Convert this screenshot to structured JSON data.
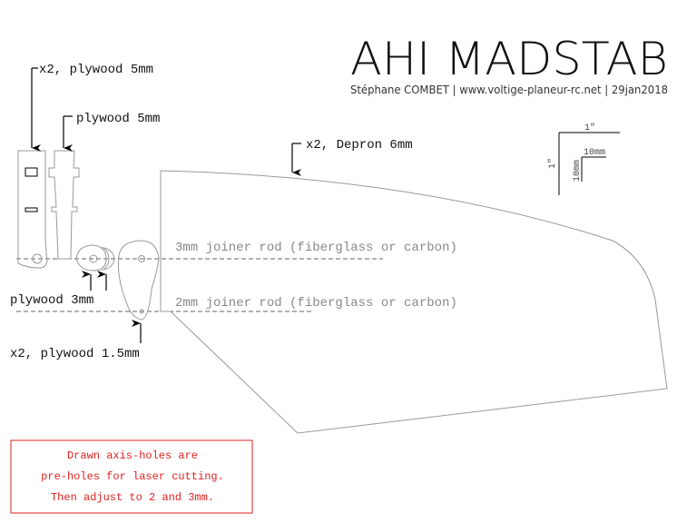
{
  "title": "AHI MADSTAB",
  "subtitle": "Stéphane COMBET | www.voltige-planeur-rc.net | 29jan2018",
  "labels": {
    "ply5_x2": "x2, plywood 5mm",
    "ply5": "plywood 5mm",
    "depron": "x2, Depron 6mm",
    "rod3": "3mm joiner rod (fiberglass or carbon)",
    "rod2": "2mm joiner rod (fiberglass or carbon)",
    "ply3": "plywood 3mm",
    "ply15": "x2, plywood 1.5mm"
  },
  "scale": {
    "inch_h": "1\"",
    "inch_v": "1\"",
    "mm_h": "10mm",
    "mm_v": "10mm"
  },
  "note": [
    "Drawn axis-holes are",
    "pre-holes for laser cutting.",
    "Then adjust to 2 and 3mm."
  ],
  "colors": {
    "note": "#e02020"
  }
}
